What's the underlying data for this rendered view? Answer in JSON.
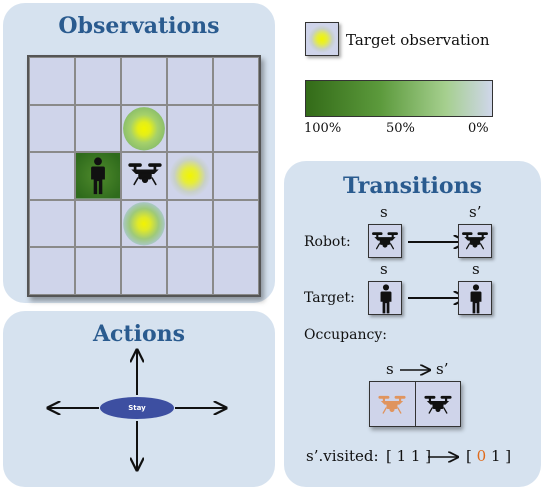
{
  "observations": {
    "title": "Observations",
    "legend_label": "Target observation",
    "scale_labels": [
      "100%",
      "50%",
      "0%"
    ],
    "grid_size": 5,
    "icons": [
      "person-icon",
      "drone-icon",
      "glow-icon"
    ]
  },
  "actions": {
    "title": "Actions",
    "stay_label": "Stay",
    "arrows": [
      "up",
      "down",
      "left",
      "right"
    ]
  },
  "transitions": {
    "title": "Transitions",
    "s_label": "s",
    "s_prime_label": "s’",
    "robot_label": "Robot:",
    "target_label": "Target:",
    "occupancy_label": "Occupancy:",
    "occ_s": "s",
    "occ_s_prime": "s’",
    "visited_label": "s’.visited:",
    "visited_before": "[ 1 1 ]",
    "visited_after_open": "[",
    "visited_after_zero": "0",
    "visited_after_one": "1",
    "visited_after_close": "]",
    "colors": {
      "highlight": "#e06a1a",
      "title": "#2a5b8f",
      "panel": "#d6e2ef"
    }
  }
}
